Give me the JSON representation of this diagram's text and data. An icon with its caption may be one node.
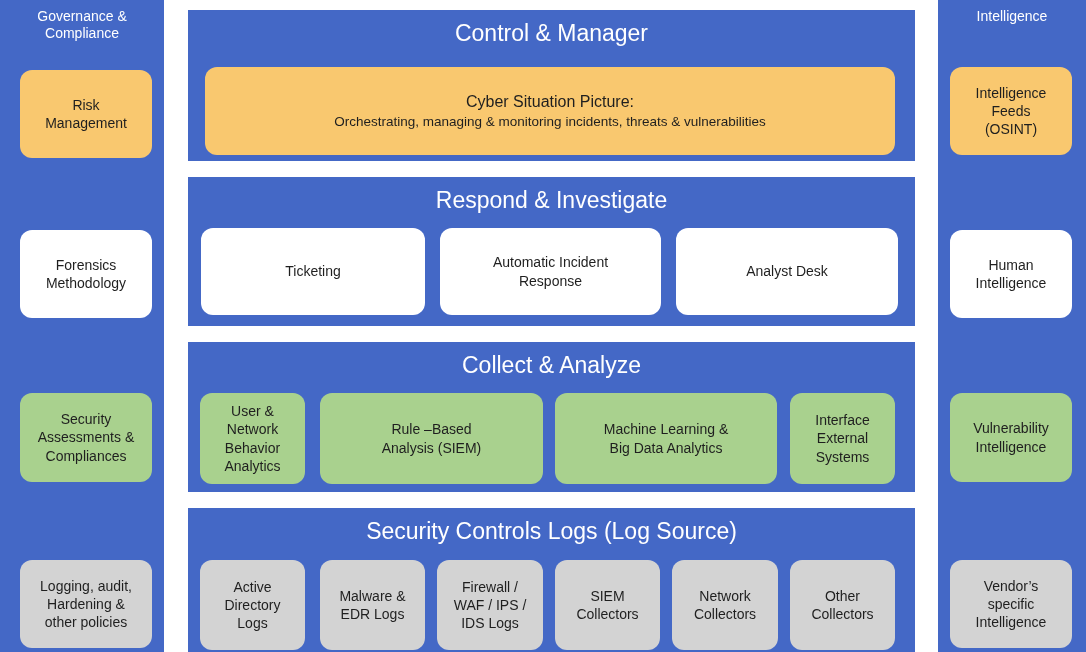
{
  "diagram": {
    "nodes": [
      {
        "text": [
          "Governance & Compliance"
        ]
      },
      {
        "text": [
          "Risk Management"
        ],
        "in": 0
      },
      {
        "text": [
          "Forensics Methodology"
        ],
        "in": 0
      },
      {
        "text": [
          "Security Assessments & Compliances"
        ],
        "in": 0
      },
      {
        "text": [
          "Logging, audit, Hardening & other policies"
        ],
        "in": 0
      },
      {
        "text": [
          "Control & Manager"
        ]
      },
      {
        "text": [
          "Cyber Situation Picture:",
          "Orchestrating, managing & monitoring incidents, threats & vulnerabilities"
        ],
        "in": 5
      },
      {
        "text": [
          "Respond & Investigate"
        ]
      },
      {
        "text": [
          "Ticketing"
        ],
        "in": 7
      },
      {
        "text": [
          "Automatic Incident Response"
        ],
        "in": 7
      },
      {
        "text": [
          "Analyst Desk"
        ],
        "in": 7
      },
      {
        "text": [
          "Collect & Analyze"
        ]
      },
      {
        "text": [
          "User & Network Behavior Analytics"
        ],
        "in": 11
      },
      {
        "text": [
          "Rule –Based Analysis (SIEM)"
        ],
        "in": 11
      },
      {
        "text": [
          "Machine Learning & Big Data Analytics"
        ],
        "in": 11
      },
      {
        "text": [
          "Interface External Systems"
        ],
        "in": 11
      },
      {
        "text": [
          "Security Controls Logs (Log Source)"
        ]
      },
      {
        "text": [
          "Active Directory Logs"
        ],
        "in": 16
      },
      {
        "text": [
          "Malware & EDR Logs"
        ],
        "in": 16
      },
      {
        "text": [
          "Firewall / WAF / IPS / IDS Logs"
        ],
        "in": 16
      },
      {
        "text": [
          "SIEM Collectors"
        ],
        "in": 16
      },
      {
        "text": [
          "Network Collectors"
        ],
        "in": 16
      },
      {
        "text": [
          "Other Collectors"
        ],
        "in": 16
      },
      {
        "text": [
          "Intelligence"
        ]
      },
      {
        "text": [
          "Intelligence Feeds (OSINT)"
        ],
        "in": 23
      },
      {
        "text": [
          "Human Intelligence"
        ],
        "in": 23
      },
      {
        "text": [
          "Vulnerability Intelligence"
        ],
        "in": 23
      },
      {
        "text": [
          "Vendor’s specific Intelligence"
        ],
        "in": 23
      }
    ]
  }
}
